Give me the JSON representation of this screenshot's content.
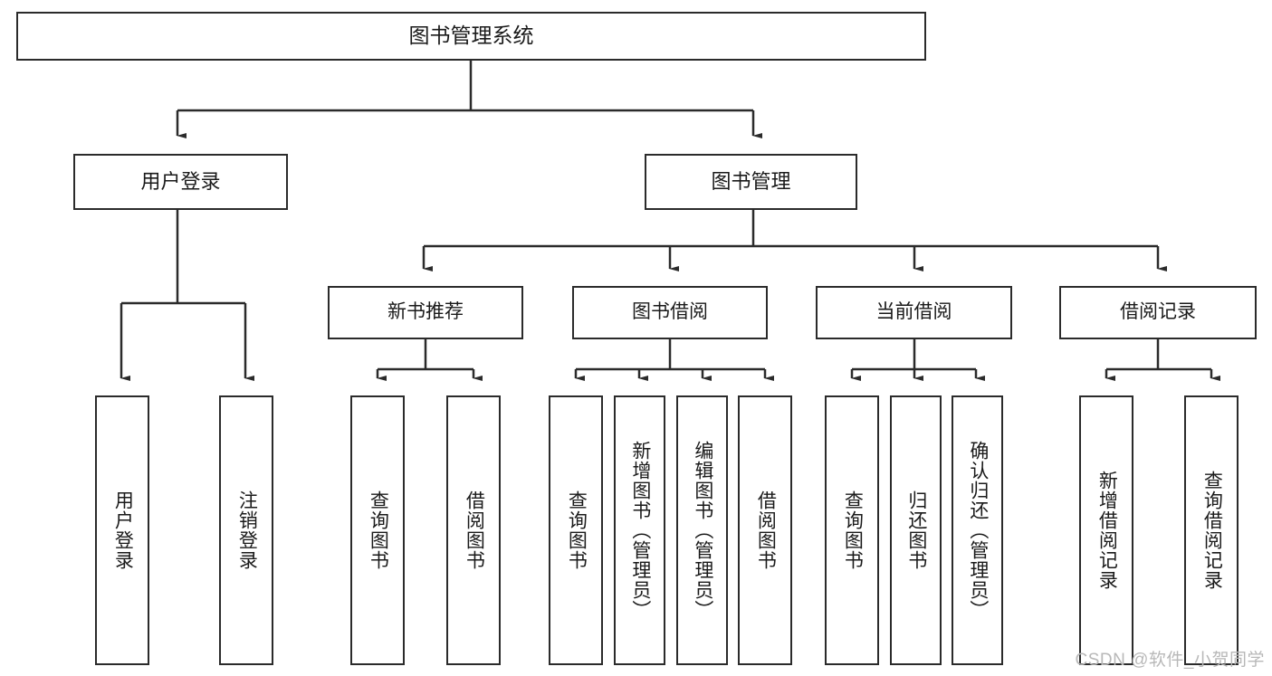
{
  "diagram": {
    "title": "图书管理系统",
    "type": "tree",
    "root": {
      "label": "图书管理系统"
    },
    "level2": [
      {
        "label": "用户登录"
      },
      {
        "label": "图书管理"
      }
    ],
    "level3": [
      {
        "label": "新书推荐"
      },
      {
        "label": "图书借阅"
      },
      {
        "label": "当前借阅"
      },
      {
        "label": "借阅记录"
      }
    ],
    "leaves": {
      "user_login": [
        {
          "label": "用户登录"
        },
        {
          "label": "注销登录"
        }
      ],
      "new_book_recommend": [
        {
          "label": "查询图书"
        },
        {
          "label": "借阅图书"
        }
      ],
      "book_borrow": [
        {
          "label": "查询图书"
        },
        {
          "label": "新增图书（管理员）"
        },
        {
          "label": "编辑图书（管理员）"
        },
        {
          "label": "借阅图书"
        }
      ],
      "current_borrow": [
        {
          "label": "查询图书"
        },
        {
          "label": "归还图书"
        },
        {
          "label": "确认归还（管理员）"
        }
      ],
      "borrow_record": [
        {
          "label": "新增借阅记录"
        },
        {
          "label": "查询借阅记录"
        }
      ]
    },
    "watermark": "CSDN @软件_小贺同学",
    "colors": {
      "stroke": "#2b2b2b",
      "fill": "#ffffff",
      "text": "#1a1a1a",
      "watermark": "#b8b8b8"
    }
  }
}
